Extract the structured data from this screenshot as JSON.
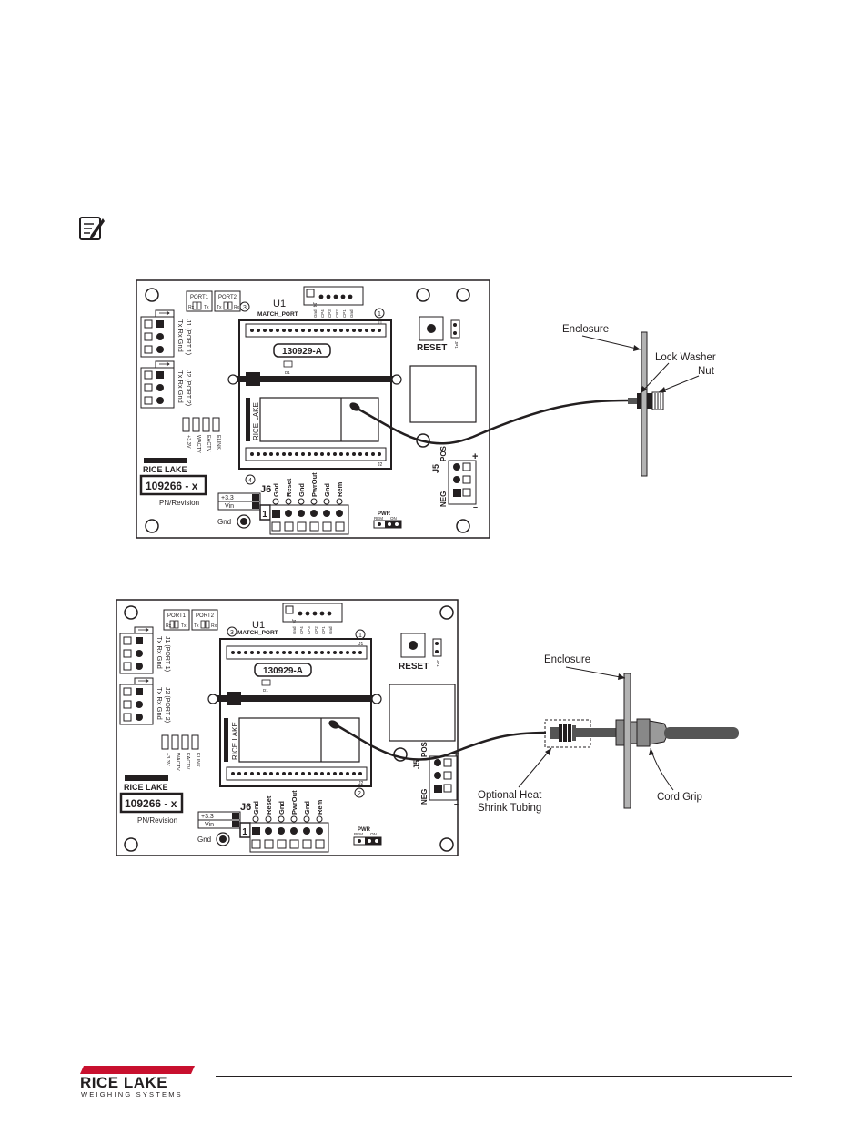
{
  "note_icon": "note-pencil-icon",
  "board": {
    "u1": "U1",
    "match_port": "MATCH_PORT",
    "chip": "130929-A",
    "d1": "D1",
    "j1_conn": "J1",
    "j2_conn": "J2",
    "j4": "J4",
    "port1": "PORT1",
    "port2": "PORT2",
    "rx": "Rx",
    "tx": "Tx",
    "j1_label": "J1 (PORT 1)",
    "j2_label": "J2 (PORT 2)",
    "tx_rx_gnd": "Tx  Rx  Gnd",
    "cp_pins": [
      "Gnd",
      "CP4",
      "CP3",
      "CP2",
      "CP1",
      "Gnd"
    ],
    "reset": "RESET",
    "jp1": "JP1",
    "leds": [
      "+3.3V",
      "WACTV",
      "EACTV",
      "ELINK"
    ],
    "rice_lake": "RICE LAKE",
    "module_brand": "RICE LAKE",
    "pn": "109266 - x",
    "pn_revision": "PN/Revision",
    "v33": "+3.3",
    "vin": "Vin",
    "gnd": "Gnd",
    "j6": "J6",
    "j6_pins": [
      "Gnd",
      "Reset",
      "Gnd",
      "PwrOut",
      "Gnd",
      "Rem"
    ],
    "pin1": "1",
    "pwr": "PWR",
    "rem": "REM",
    "on": "ON",
    "j5": "J5",
    "pos": "POS",
    "neg": "NEG",
    "plus": "+",
    "minus": "–",
    "hole3": "3",
    "hole1": "1",
    "hole2": "2",
    "hole4": "4"
  },
  "figure1": {
    "enclosure": "Enclosure",
    "lock_washer": "Lock Washer",
    "nut": "Nut"
  },
  "figure2": {
    "enclosure": "Enclosure",
    "heat_shrink_line1": "Optional Heat",
    "heat_shrink_line2": "Shrink Tubing",
    "cord_grip": "Cord Grip"
  },
  "footer": {
    "logo_text": "RICE LAKE",
    "logo_subtext": "WEIGHING SYSTEMS",
    "brand_color": "#c8102e"
  }
}
